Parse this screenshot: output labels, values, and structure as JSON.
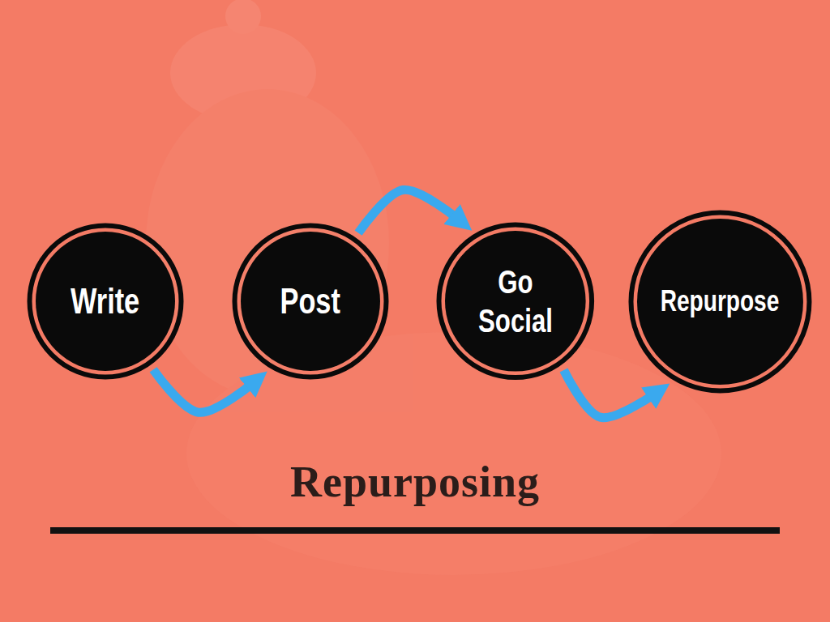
{
  "diagram": {
    "title": "Repurposing",
    "nodes": [
      {
        "text": [
          "Write"
        ]
      },
      {
        "text": [
          "Post"
        ]
      },
      {
        "text": [
          "Go Social"
        ]
      },
      {
        "text": [
          "Repurpose"
        ]
      }
    ],
    "edges": [
      {
        "from": 0,
        "to": 1,
        "arrow": "to"
      },
      {
        "from": 1,
        "to": 2,
        "arrow": "to"
      },
      {
        "from": 2,
        "to": 3,
        "arrow": "to"
      }
    ]
  }
}
